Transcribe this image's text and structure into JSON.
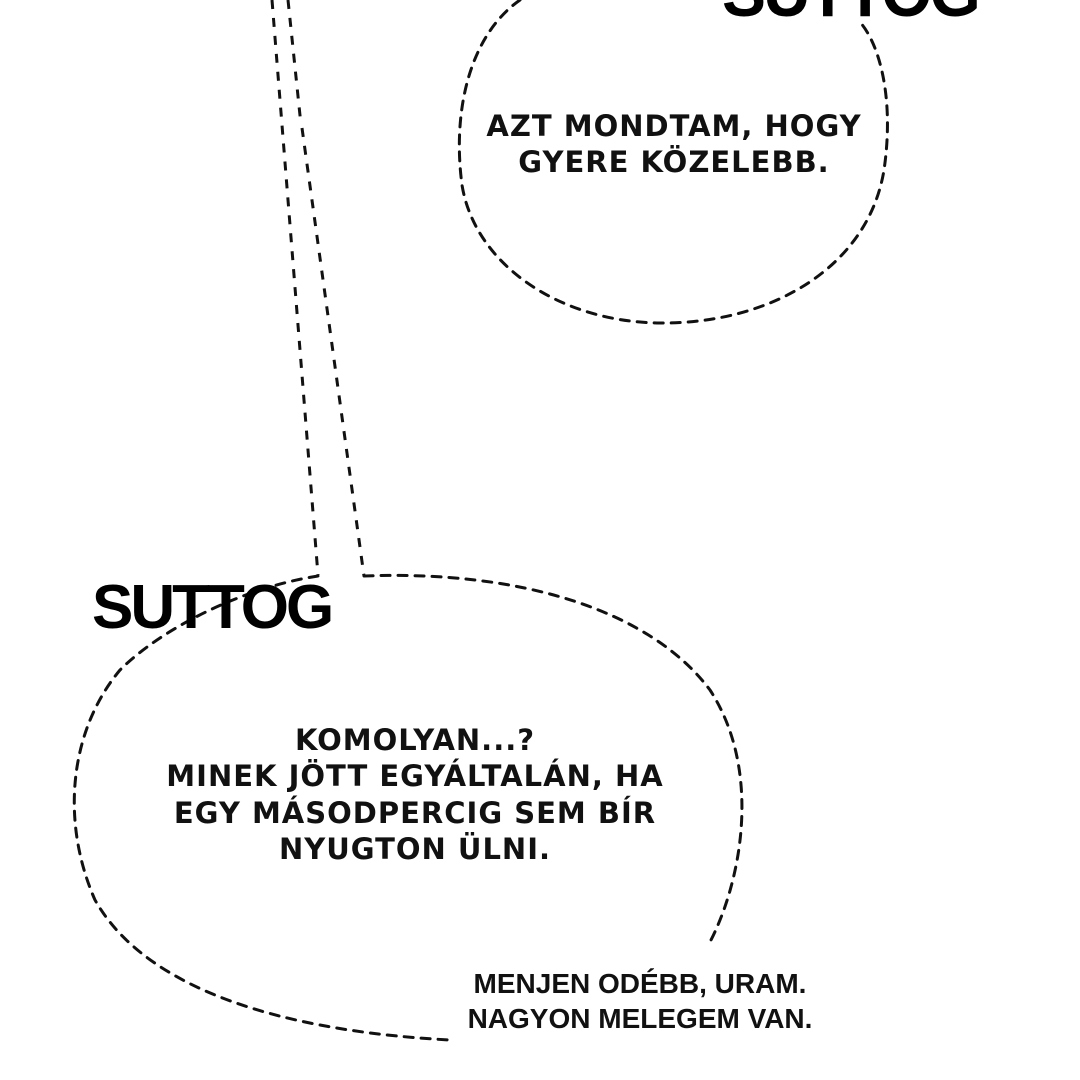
{
  "top_bubble": {
    "sfx": "SUTTOG",
    "lines": [
      "AZT MONDTAM, HOGY",
      "GYERE KÖZELEBB."
    ]
  },
  "bottom_bubble": {
    "sfx": "SUTTOG",
    "lines": [
      "KOMOLYAN...?",
      "MINEK JÖTT EGYÁLTALÁN, HA",
      "EGY MÁSODPERCIG SEM BÍR",
      "NYUGTON ÜLNI."
    ]
  },
  "side_text": {
    "lines": [
      "MENJEN ODÉBB, URAM.",
      "NAGYON MELEGEM VAN."
    ]
  },
  "colors": {
    "ink": "#111111",
    "background": "#ffffff"
  }
}
